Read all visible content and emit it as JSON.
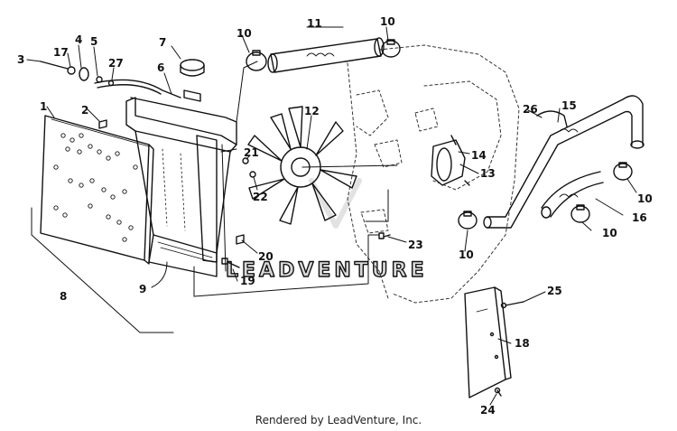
{
  "callouts": [
    "1",
    "2",
    "3",
    "4",
    "5",
    "6",
    "7",
    "8",
    "9",
    "10",
    "10",
    "10",
    "10",
    "10",
    "11",
    "12",
    "13",
    "14",
    "15",
    "16",
    "17",
    "18",
    "19",
    "20",
    "21",
    "22",
    "23",
    "24",
    "25",
    "26",
    "27"
  ],
  "watermark": "LEADVENTURE",
  "footer": "Rendered by LeadVenture, Inc."
}
